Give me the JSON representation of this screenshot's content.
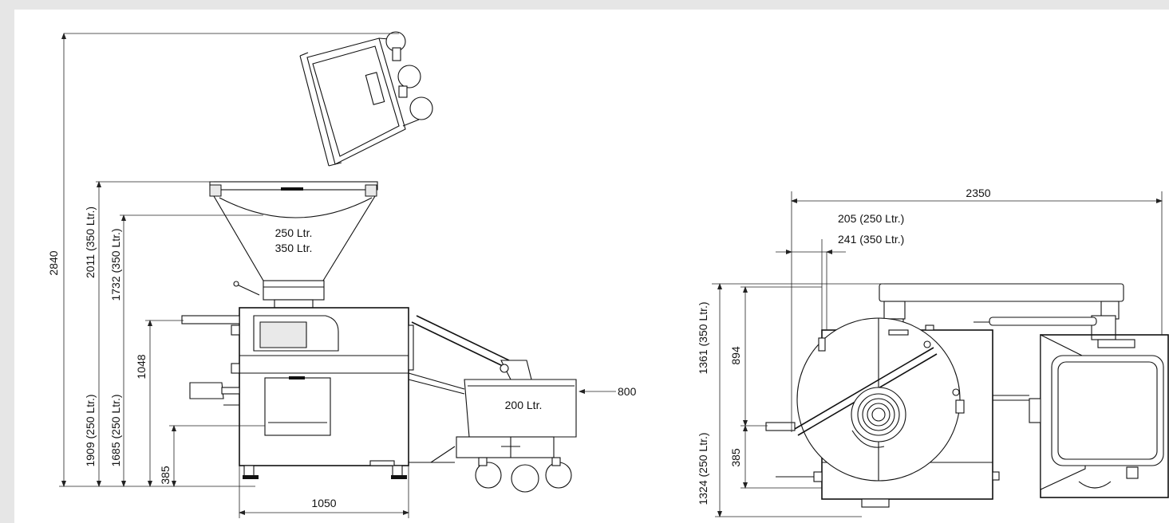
{
  "side_view": {
    "dimensions": {
      "total_height": "2840",
      "h_2011_350": "2011 (350 Ltr.)",
      "h_1732_350": "1732 (350 Ltr.)",
      "h_1909_250": "1909 (250 Ltr.)",
      "h_1685_250": "1685 (250 Ltr.)",
      "h_1048": "1048",
      "h_385": "385",
      "w_1050": "1050",
      "lift_800": "800"
    },
    "hopper_labels": [
      "250 Ltr.",
      "350 Ltr."
    ],
    "trolley_label": "200 Ltr."
  },
  "top_view": {
    "dimensions": {
      "w_2350": "2350",
      "off_205_250": "205 (250 Ltr.)",
      "off_241_350": "241 (350 Ltr.)",
      "d_1361_350": "1361 (350 Ltr.)",
      "d_1324_250": "1324 (250 Ltr.)",
      "d_894": "894",
      "d_385": "385"
    }
  }
}
